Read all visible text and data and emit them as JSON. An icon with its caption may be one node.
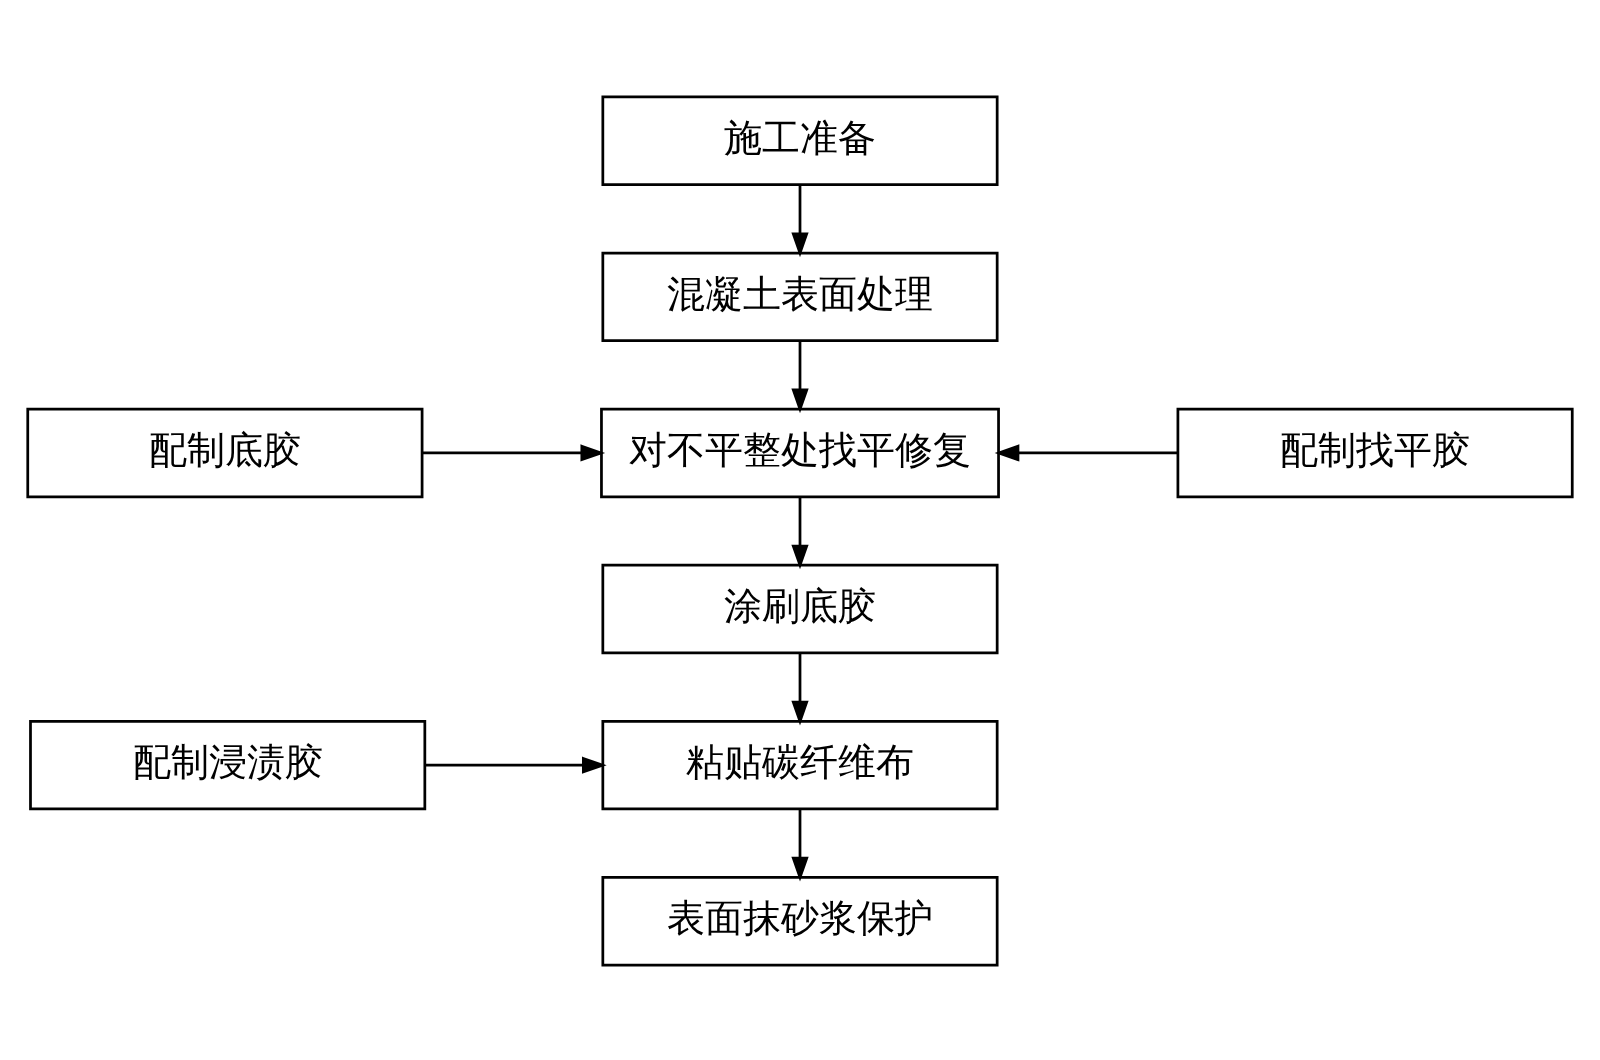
{
  "diagram": {
    "nodes": [
      {
        "text": [
          "施工准备"
        ]
      },
      {
        "text": [
          "混凝土表面处理"
        ]
      },
      {
        "text": [
          "配制底胶"
        ]
      },
      {
        "text": [
          "对不平整处找平修复"
        ]
      },
      {
        "text": [
          "配制找平胶"
        ]
      },
      {
        "text": [
          "涂刷底胶"
        ]
      },
      {
        "text": [
          "配制浸渍胶"
        ]
      },
      {
        "text": [
          "粘贴碳纤维布"
        ]
      },
      {
        "text": [
          "表面抹砂浆保护"
        ]
      }
    ],
    "edges": [
      {
        "from": 0,
        "to": 1,
        "arrow": "to"
      },
      {
        "from": 1,
        "to": 3,
        "arrow": "to"
      },
      {
        "from": 2,
        "to": 3,
        "arrow": "to"
      },
      {
        "from": 4,
        "to": 3,
        "arrow": "to"
      },
      {
        "from": 3,
        "to": 5,
        "arrow": "to"
      },
      {
        "from": 5,
        "to": 7,
        "arrow": "to"
      },
      {
        "from": 6,
        "to": 7,
        "arrow": "to"
      },
      {
        "from": 7,
        "to": 8,
        "arrow": "to"
      }
    ]
  }
}
